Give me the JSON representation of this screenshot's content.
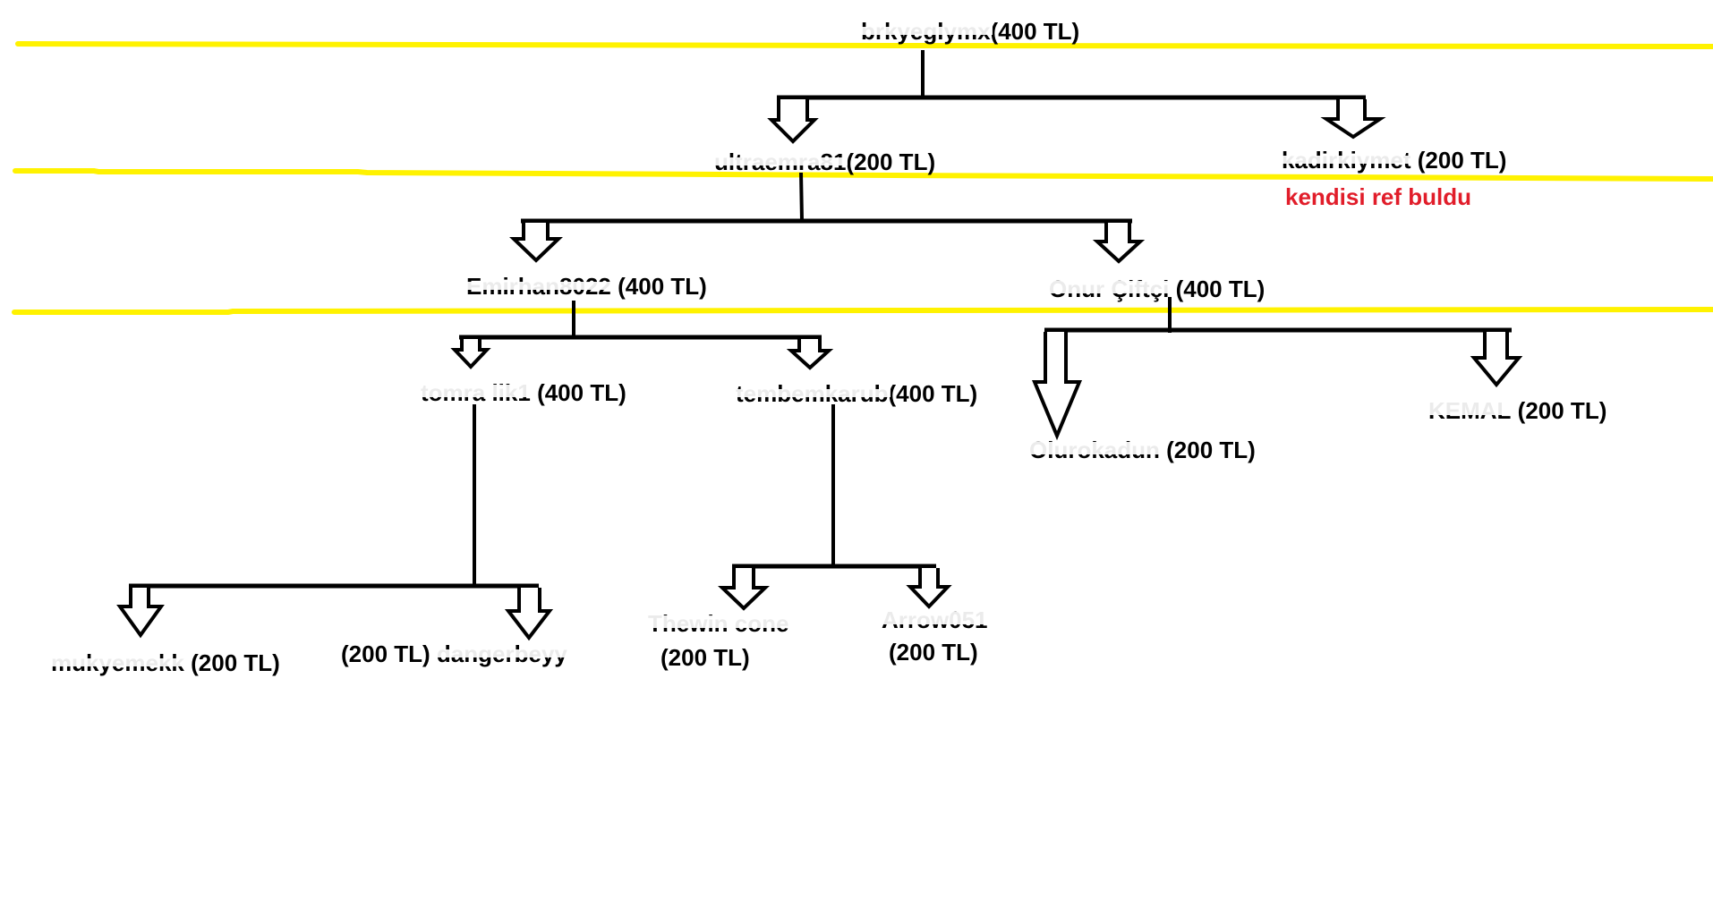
{
  "colors": {
    "line": "#000000",
    "highlight": "#fff200",
    "note": "#e11d2a",
    "background": "#ffffff"
  },
  "nodes": {
    "root": {
      "name": "brkyeglymx",
      "amount": "(400 TL)"
    },
    "ultraemra": {
      "name": "ultraemra81",
      "amount": "(200 TL)"
    },
    "kadirkiymet": {
      "name": "kadirkiymet",
      "amount": "(200 TL)",
      "note": "kendisi ref buldu"
    },
    "emirhan": {
      "name": "Emirhan8022",
      "amount": "(400 TL)"
    },
    "onur": {
      "name": "Onur Çiftçi",
      "amount": "(400 TL)"
    },
    "tomra": {
      "name": "tomra   lik1",
      "amount": "(400 TL)"
    },
    "tembem": {
      "name": "tembemkarub",
      "amount": "(400 TL)"
    },
    "olurokadun": {
      "name": "Olurokadun",
      "amount": "(200 TL)"
    },
    "kemal": {
      "name": "KEMAL",
      "amount": "(200 TL)"
    },
    "mukyemekk": {
      "name": "mukyemekk",
      "amount": "(200 TL)"
    },
    "dangerbeyy": {
      "name": "dangerbeyy",
      "amount": "(200 TL)"
    },
    "thewin": {
      "name": "Thewin   cone",
      "amount": "(200 TL)"
    },
    "arrow": {
      "name": "Arrow051",
      "amount": "(200 TL)"
    }
  },
  "icons": {
    "arrow": "hollow-down-arrow"
  }
}
